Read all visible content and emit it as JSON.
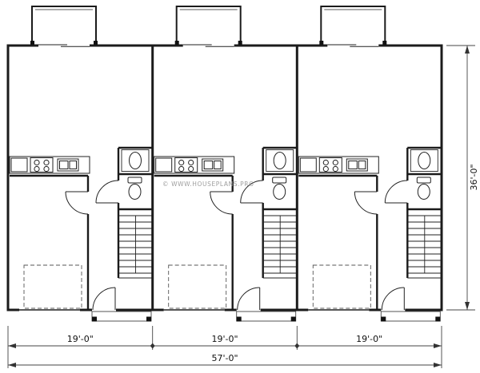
{
  "floorplan": {
    "watermark": "© WWW.HOUSEPLANS.PRO",
    "dimensions": {
      "unit_widths": [
        "19'-0\"",
        "19'-0\"",
        "19'-0\""
      ],
      "total_width": "57'-0\"",
      "total_depth": "36'-0\""
    },
    "colors": {
      "wall": "#1b1b1b",
      "dimension": "#333333",
      "watermark": "#9e9e9e"
    }
  }
}
